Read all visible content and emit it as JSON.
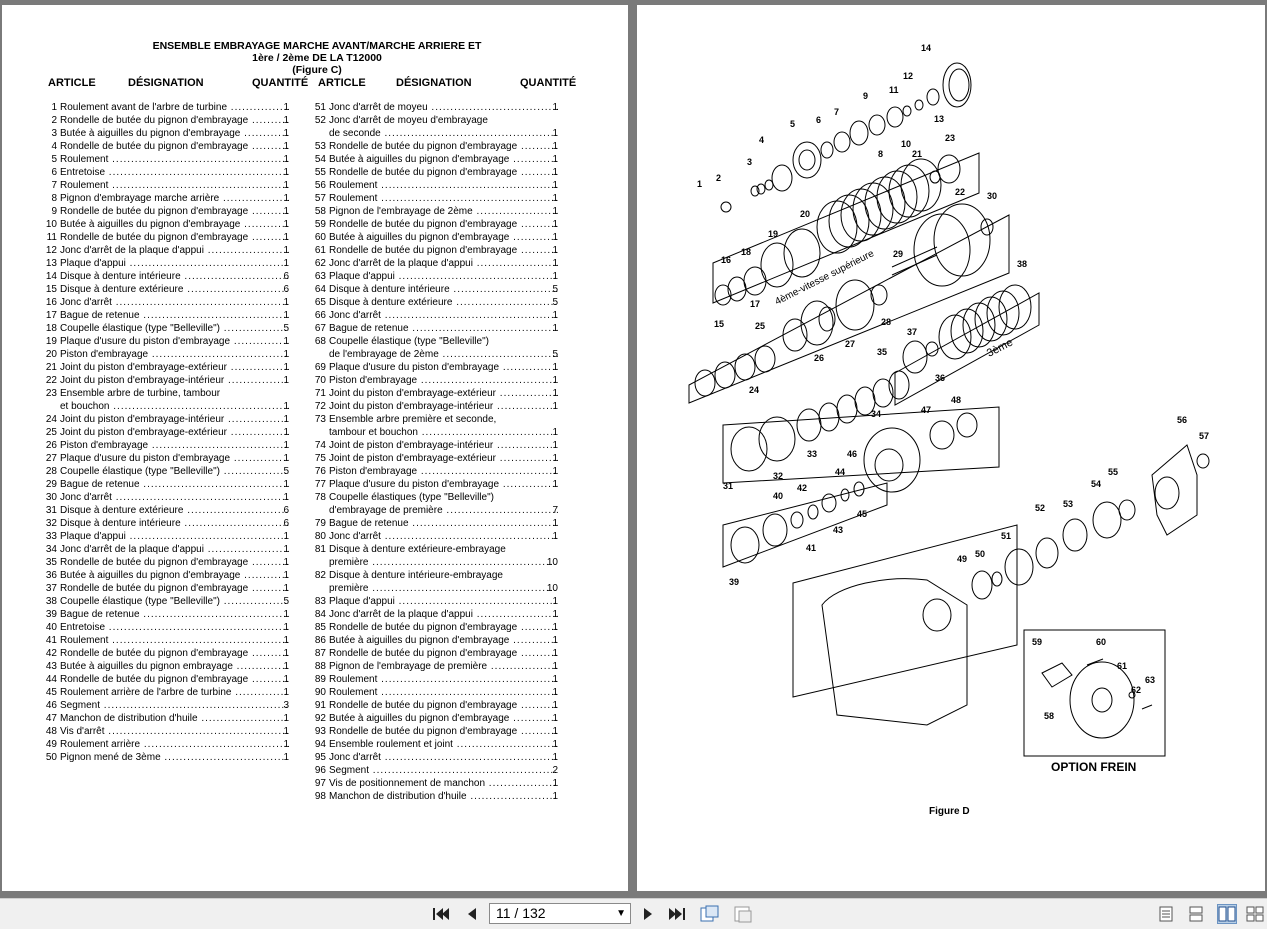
{
  "doc": {
    "title_line1": "ENSEMBLE EMBRAYAGE MARCHE AVANT/MARCHE ARRIERE ET",
    "title_line2": "1ère / 2ème DE LA T12000",
    "title_line3": "(Figure C)",
    "col_article": "ARTICLE",
    "col_designation": "DÉSIGNATION",
    "col_quantite": "QUANTITÉ",
    "left_items": [
      {
        "n": "1",
        "d": "Roulement avant de l'arbre de turbine",
        "q": "1"
      },
      {
        "n": "2",
        "d": "Rondelle de butée du pignon d'embrayage",
        "q": "1"
      },
      {
        "n": "3",
        "d": "Butée à aiguilles du pignon d'embrayage",
        "q": "1"
      },
      {
        "n": "4",
        "d": "Rondelle de butée du pignon d'embrayage",
        "q": "1"
      },
      {
        "n": "5",
        "d": "Roulement",
        "q": "1"
      },
      {
        "n": "6",
        "d": "Entretoise",
        "q": "1"
      },
      {
        "n": "7",
        "d": "Roulement",
        "q": "1"
      },
      {
        "n": "8",
        "d": "Pignon d'embrayage marche arrière",
        "q": "1"
      },
      {
        "n": "9",
        "d": "Rondelle de butée du pignon d'embrayage",
        "q": "1"
      },
      {
        "n": "10",
        "d": "Butée à aiguilles du pignon d'embrayage",
        "q": "1"
      },
      {
        "n": "11",
        "d": "Rondelle de butée du pignon d'embrayage",
        "q": "1"
      },
      {
        "n": "12",
        "d": "Jonc d'arrêt de la plaque d'appui",
        "q": "1"
      },
      {
        "n": "13",
        "d": "Plaque d'appui",
        "q": "1"
      },
      {
        "n": "14",
        "d": "Disque à denture intérieure",
        "q": "6"
      },
      {
        "n": "15",
        "d": "Disque à denture extérieure",
        "q": "6"
      },
      {
        "n": "16",
        "d": "Jonc d'arrêt",
        "q": "1"
      },
      {
        "n": "17",
        "d": "Bague de retenue",
        "q": "1"
      },
      {
        "n": "18",
        "d": "Coupelle élastique (type \"Belleville\")",
        "q": "5"
      },
      {
        "n": "19",
        "d": "Plaque d'usure du piston d'embrayage",
        "q": "1"
      },
      {
        "n": "20",
        "d": "Piston d'embrayage",
        "q": "1"
      },
      {
        "n": "21",
        "d": "Joint du piston d'embrayage-extérieur",
        "q": "1"
      },
      {
        "n": "22",
        "d": "Joint du piston d'embrayage-intérieur",
        "q": "1"
      },
      {
        "n": "23",
        "d": "Ensemble arbre de turbine, tambour",
        "d2": "et bouchon",
        "q": "1"
      },
      {
        "n": "24",
        "d": "Joint du piston d'embrayage-intérieur",
        "q": "1"
      },
      {
        "n": "25",
        "d": "Joint du piston d'embrayage-extérieur",
        "q": "1"
      },
      {
        "n": "26",
        "d": "Piston d'embrayage",
        "q": "1"
      },
      {
        "n": "27",
        "d": "Plaque d'usure du piston d'embrayage",
        "q": "1"
      },
      {
        "n": "28",
        "d": "Coupelle élastique (type \"Belleville\")",
        "q": "5"
      },
      {
        "n": "29",
        "d": "Bague de retenue",
        "q": "1"
      },
      {
        "n": "30",
        "d": "Jonc d'arrêt",
        "q": "1"
      },
      {
        "n": "31",
        "d": "Disque à denture extérieure",
        "q": "6"
      },
      {
        "n": "32",
        "d": "Disque à denture intérieure",
        "q": "6"
      },
      {
        "n": "33",
        "d": "Plaque d'appui",
        "q": "1"
      },
      {
        "n": "34",
        "d": "Jonc d'arrêt de la plaque d'appui",
        "q": "1"
      },
      {
        "n": "35",
        "d": "Rondelle de butée du pignon d'embrayage",
        "q": "1"
      },
      {
        "n": "36",
        "d": "Butée à aiguilles du pignon d'embrayage",
        "q": "1"
      },
      {
        "n": "37",
        "d": "Rondelle de butée du pignon d'embrayage",
        "q": "1"
      },
      {
        "n": "38",
        "d": "Coupelle élastique (type \"Belleville\")",
        "q": "5"
      },
      {
        "n": "39",
        "d": "Bague de retenue",
        "q": "1"
      },
      {
        "n": "40",
        "d": "Entretoise",
        "q": "1"
      },
      {
        "n": "41",
        "d": "Roulement",
        "q": "1"
      },
      {
        "n": "42",
        "d": "Rondelle de butée du pignon d'embrayage",
        "q": "1"
      },
      {
        "n": "43",
        "d": "Butée à aiguilles du pignon embrayage",
        "q": "1"
      },
      {
        "n": "44",
        "d": "Rondelle de butée du pignon d'embrayage",
        "q": "1"
      },
      {
        "n": "45",
        "d": "Roulement arrière de l'arbre de turbine",
        "q": "1"
      },
      {
        "n": "46",
        "d": "Segment",
        "q": "3"
      },
      {
        "n": "47",
        "d": "Manchon de distribution d'huile",
        "q": "1"
      },
      {
        "n": "48",
        "d": "Vis d'arrêt",
        "q": "1"
      },
      {
        "n": "49",
        "d": "Roulement arrière",
        "q": "1"
      },
      {
        "n": "50",
        "d": "Pignon mené de 3ème",
        "q": "1"
      }
    ],
    "right_items": [
      {
        "n": "51",
        "d": "Jonc d'arrêt de moyeu",
        "q": "1"
      },
      {
        "n": "52",
        "d": "Jonc d'arrêt de moyeu d'embrayage",
        "d2": "de seconde",
        "q": "1"
      },
      {
        "n": "53",
        "d": "Rondelle de butée du pignon d'embrayage",
        "q": "1"
      },
      {
        "n": "54",
        "d": "Butée à aiguilles du pignon d'embrayage",
        "q": "1"
      },
      {
        "n": "55",
        "d": "Rondelle de butée du pignon d'embrayage",
        "q": "1"
      },
      {
        "n": "56",
        "d": "Roulement",
        "q": "1"
      },
      {
        "n": "57",
        "d": "Roulement",
        "q": "1"
      },
      {
        "n": "58",
        "d": "Pignon de l'embrayage de 2ème",
        "q": "1"
      },
      {
        "n": "59",
        "d": "Rondelle de butée du pignon d'embrayage",
        "q": "1"
      },
      {
        "n": "60",
        "d": "Butée à aiguilles du pignon d'embrayage",
        "q": "1"
      },
      {
        "n": "61",
        "d": "Rondelle de butée du pignon d'embrayage",
        "q": "1"
      },
      {
        "n": "62",
        "d": "Jonc d'arrêt de la plaque d'appui",
        "q": "1"
      },
      {
        "n": "63",
        "d": "Plaque d'appui",
        "q": "1"
      },
      {
        "n": "64",
        "d": "Disque à denture intérieure",
        "q": "5"
      },
      {
        "n": "65",
        "d": "Disque à denture extérieure",
        "q": "5"
      },
      {
        "n": "66",
        "d": "Jonc d'arrêt",
        "q": "1"
      },
      {
        "n": "67",
        "d": "Bague de retenue",
        "q": "1"
      },
      {
        "n": "68",
        "d": "Coupelle élastique (type \"Belleville\")",
        "d2": "de l'embrayage de 2ème",
        "q": "5"
      },
      {
        "n": "69",
        "d": "Plaque d'usure du piston d'embrayage",
        "q": "1"
      },
      {
        "n": "70",
        "d": "Piston d'embrayage",
        "q": "1"
      },
      {
        "n": "71",
        "d": "Joint du piston d'embrayage-extérieur",
        "q": "1"
      },
      {
        "n": "72",
        "d": "Joint du piston d'embrayage-intérieur",
        "q": "1"
      },
      {
        "n": "73",
        "d": "Ensemble arbre première et seconde,",
        "d2": "tambour et bouchon",
        "q": "1"
      },
      {
        "n": "74",
        "d": "Joint de piston d'embrayage-intérieur",
        "q": "1"
      },
      {
        "n": "75",
        "d": "Joint de piston d'embrayage-extérieur",
        "q": "1"
      },
      {
        "n": "76",
        "d": "Piston d'embrayage",
        "q": "1"
      },
      {
        "n": "77",
        "d": "Plaque d'usure du piston d'embrayage",
        "q": "1"
      },
      {
        "n": "78",
        "d": "Coupelle élastiques (type \"Belleville\")",
        "d2": "d'embrayage de première",
        "q": "7"
      },
      {
        "n": "79",
        "d": "Bague de retenue",
        "q": "1"
      },
      {
        "n": "80",
        "d": "Jonc d'arrêt",
        "q": "1"
      },
      {
        "n": "81",
        "d": "Disque à denture extérieure-embrayage",
        "d2": "première",
        "q": "10"
      },
      {
        "n": "82",
        "d": "Disque à denture intérieure-embrayage",
        "d2": "première",
        "q": "10"
      },
      {
        "n": "83",
        "d": "Plaque d'appui",
        "q": "1"
      },
      {
        "n": "84",
        "d": "Jonc d'arrêt de la plaque d'appui",
        "q": "1"
      },
      {
        "n": "85",
        "d": "Rondelle de butée du pignon d'embrayage",
        "q": "1"
      },
      {
        "n": "86",
        "d": "Butée à aiguilles du pignon d'embrayage",
        "q": "1"
      },
      {
        "n": "87",
        "d": "Rondelle de butée du pignon d'embrayage",
        "q": "1"
      },
      {
        "n": "88",
        "d": "Pignon de l'embrayage de première",
        "q": "1"
      },
      {
        "n": "89",
        "d": "Roulement",
        "q": "1"
      },
      {
        "n": "90",
        "d": "Roulement",
        "q": "1"
      },
      {
        "n": "91",
        "d": "Rondelle de butée du pignon d'embrayage",
        "q": "1"
      },
      {
        "n": "92",
        "d": "Butée à aiguilles du pignon d'embrayage",
        "q": "1"
      },
      {
        "n": "93",
        "d": "Rondelle de butée du pignon d'embrayage",
        "q": "1"
      },
      {
        "n": "94",
        "d": "Ensemble roulement et joint",
        "q": "1"
      },
      {
        "n": "95",
        "d": "Jonc d'arrêt",
        "q": "1"
      },
      {
        "n": "96",
        "d": "Segment",
        "q": "2"
      },
      {
        "n": "97",
        "d": "Vis de positionnement de manchon",
        "q": "1"
      },
      {
        "n": "98",
        "d": "Manchon de distribution d'huile",
        "q": "1"
      }
    ]
  },
  "figure": {
    "label_4th": "4ème-vitesse supérieure",
    "label_3rd": "3ème",
    "option_title": "OPTION FREIN",
    "caption": "Figure D"
  },
  "toolbar": {
    "page_indicator": "11 / 132",
    "icons": [
      "first-page-icon",
      "prev-page-icon",
      "next-page-icon",
      "last-page-icon",
      "rotate-icon",
      "fit-icon",
      "single-page-icon",
      "continuous-icon",
      "facing-icon",
      "continuous-facing-icon"
    ]
  }
}
